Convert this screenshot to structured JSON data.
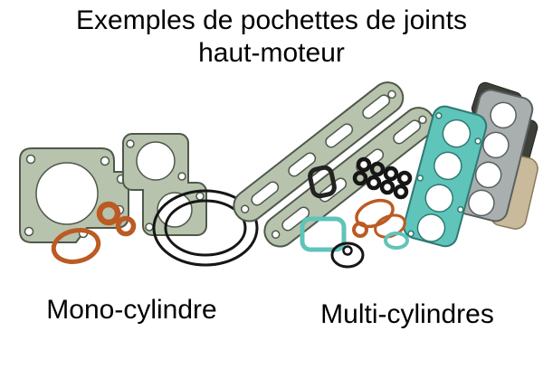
{
  "title": {
    "line1": "Exemples de pochettes de joints",
    "line2": "haut-moteur"
  },
  "captions": {
    "mono": "Mono-cylindre",
    "multi": "Multi-cylindres"
  },
  "colors": {
    "bg": "#ffffff",
    "green": "#b7c3ad",
    "green_dark": "#4f584a",
    "teal": "#5fc4ba",
    "teal_dark": "#2e7a72",
    "gray": "#a9aeae",
    "gray_dark": "#5a5f5f",
    "orange": "#bc5a24",
    "black": "#161616",
    "tan": "#c9ba9b",
    "dark": "#3f3f39"
  }
}
